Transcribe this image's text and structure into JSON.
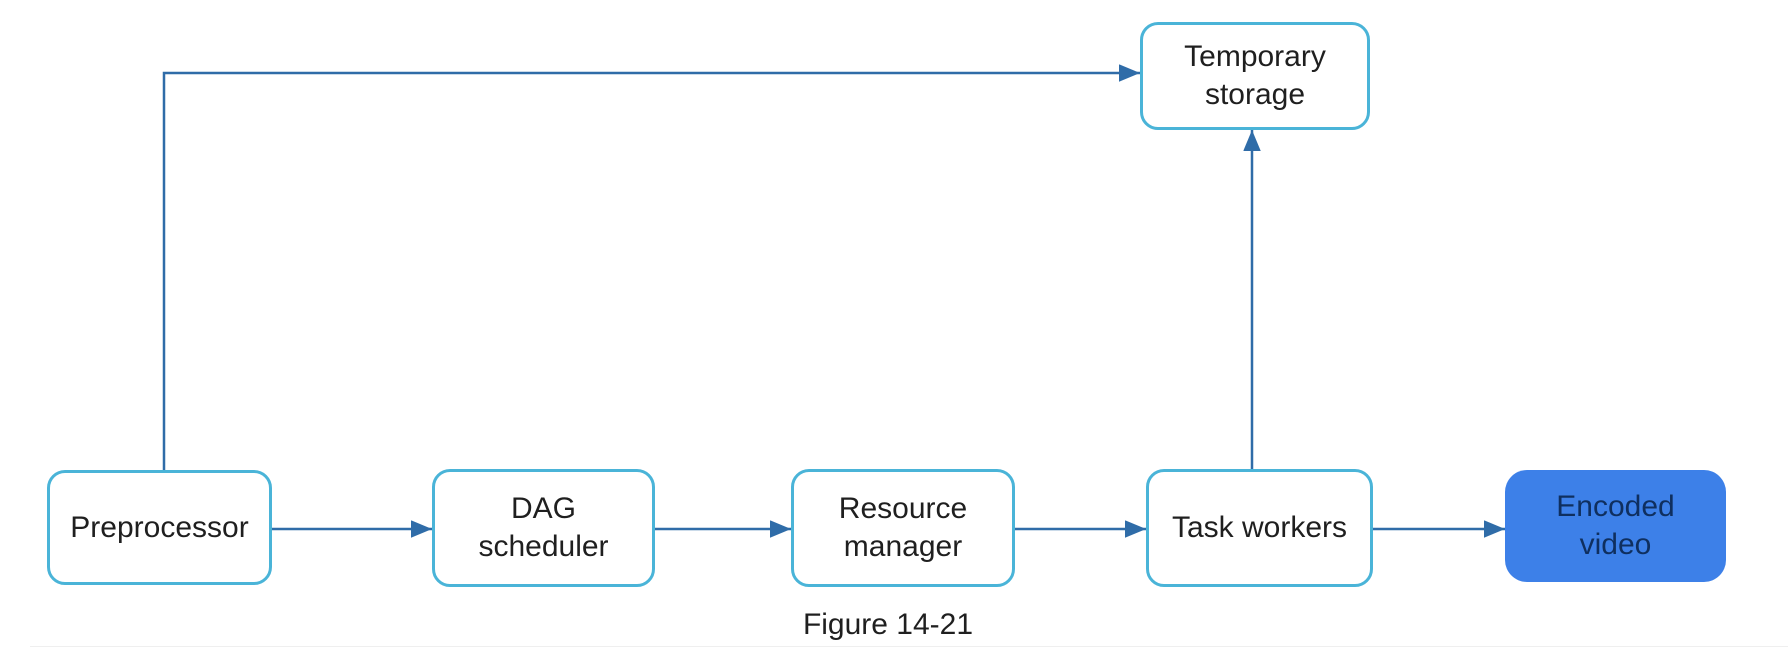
{
  "diagram": {
    "caption": "Figure 14-21",
    "nodes": {
      "preprocessor": {
        "label": "Preprocessor"
      },
      "dag_scheduler": {
        "label": "DAG\nscheduler"
      },
      "resource_manager": {
        "label": "Resource\nmanager"
      },
      "task_workers": {
        "label": "Task workers"
      },
      "encoded_video": {
        "label": "Encoded\nvideo"
      },
      "temporary_storage": {
        "label": "Temporary\nstorage"
      }
    },
    "edges": [
      {
        "from": "preprocessor",
        "to": "dag_scheduler"
      },
      {
        "from": "dag_scheduler",
        "to": "resource_manager"
      },
      {
        "from": "resource_manager",
        "to": "task_workers"
      },
      {
        "from": "task_workers",
        "to": "encoded_video"
      },
      {
        "from": "preprocessor",
        "to": "temporary_storage"
      },
      {
        "from": "task_workers",
        "to": "temporary_storage"
      }
    ],
    "colors": {
      "background": "#ffffff",
      "node_fill": "#ffffff",
      "node_border": "#4ab4d8",
      "node_text": "#1f1f1f",
      "highlight_fill": "#3d80e8",
      "highlight_text": "#0f2f5f",
      "connector": "#2f6ca8"
    }
  }
}
